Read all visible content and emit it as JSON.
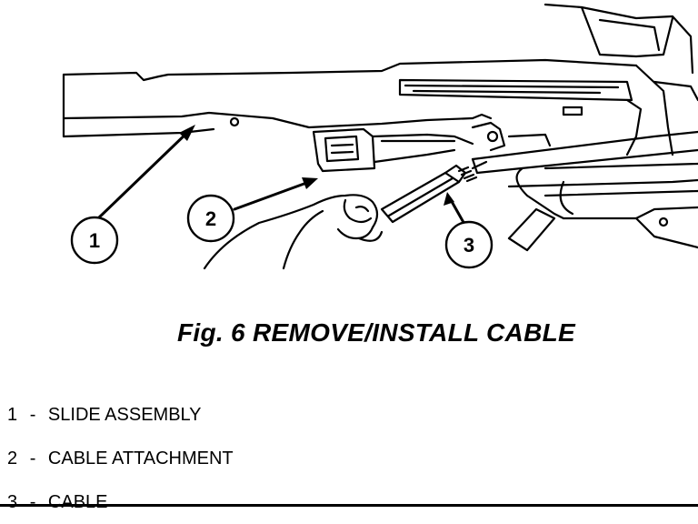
{
  "figure": {
    "caption": "Fig. 6 REMOVE/INSTALL CABLE"
  },
  "callouts": [
    {
      "number": "1"
    },
    {
      "number": "2"
    },
    {
      "number": "3"
    }
  ],
  "legend": {
    "separator": "-",
    "items": [
      {
        "number": "1",
        "label": "SLIDE ASSEMBLY"
      },
      {
        "number": "2",
        "label": "CABLE ATTACHMENT"
      },
      {
        "number": "3",
        "label": "CABLE"
      }
    ]
  },
  "colors": {
    "ink": "#000000",
    "paper": "#ffffff"
  }
}
